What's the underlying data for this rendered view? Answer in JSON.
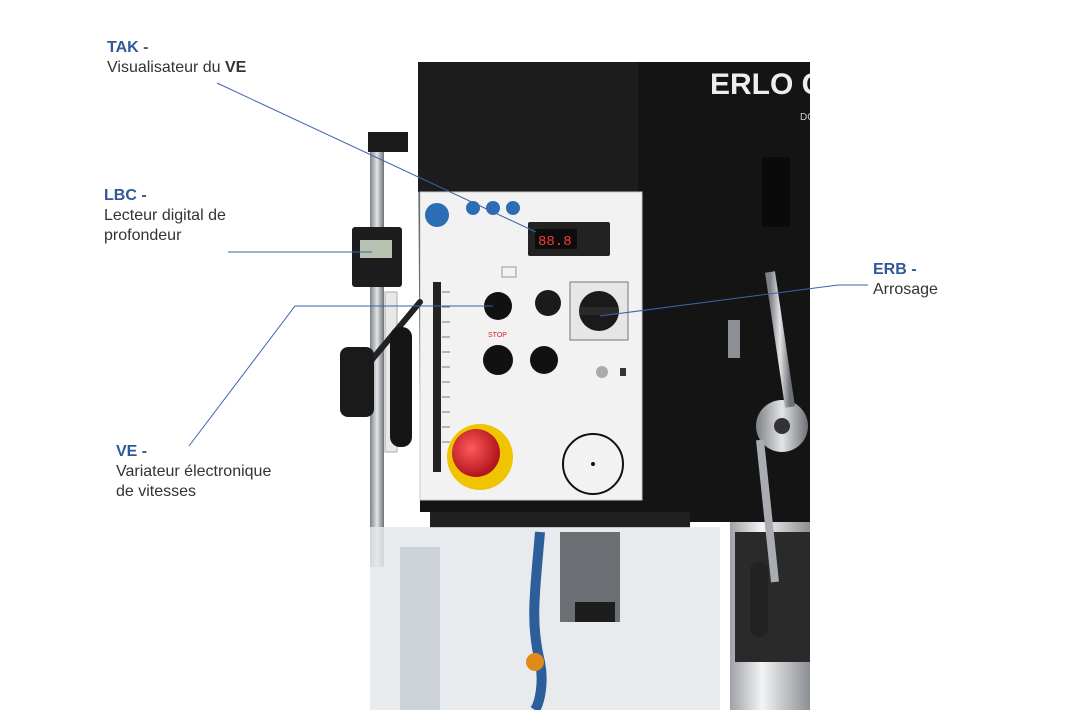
{
  "callouts": {
    "tak": {
      "code": "TAK -",
      "text_prefix": "Visualisateur du ",
      "text_bold": "VE"
    },
    "lbc": {
      "code": "LBC -",
      "line1": "Lecteur digital de",
      "line2": "profondeur"
    },
    "erb": {
      "code": "ERB -",
      "line1": "Arrosage"
    },
    "ve": {
      "code": "VE -",
      "line1": "Variateur électronique",
      "line2": "de vitesses"
    }
  },
  "machine": {
    "brand_text": "ERLO C",
    "sub_text": "DO",
    "stop_label": "STOP",
    "display_value": "88.8"
  },
  "colors": {
    "callout_title": "#2f5a97",
    "callout_line": "#3a63a8",
    "machine_body": "#141414",
    "panel": "#f2f2f2",
    "estop_red": "#d5202a",
    "estop_yellow": "#f0c400",
    "chrome": "#b9bcc0"
  }
}
